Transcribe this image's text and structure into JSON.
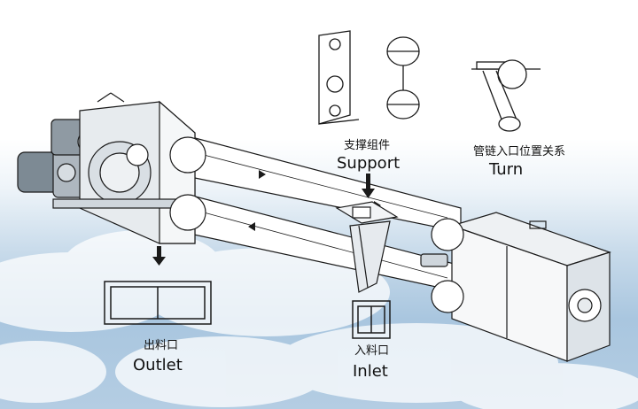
{
  "labels": {
    "support_cn": "支撑组件",
    "support_en": "Support",
    "turn_cn": "管链入口位置关系",
    "turn_en": "Turn",
    "outlet_cn": "出料口",
    "outlet_en": "Outlet",
    "inlet_cn": "入料口",
    "inlet_en": "Inlet"
  },
  "colors": {
    "line": "#1a1a1a",
    "sky_blue": "#a9c6df",
    "steel": "#dde3e8"
  }
}
